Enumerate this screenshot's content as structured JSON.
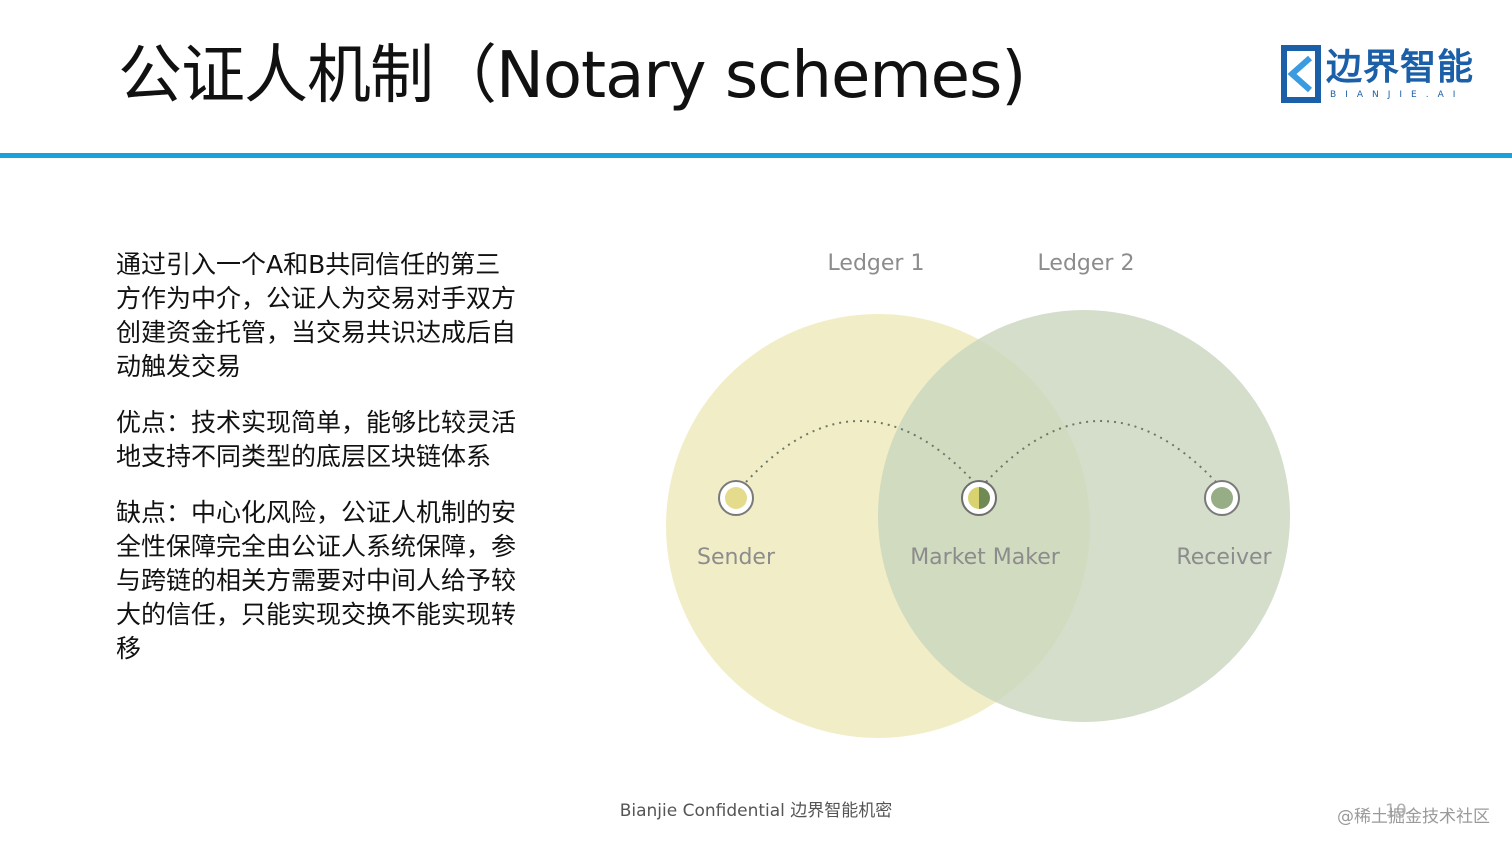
{
  "header": {
    "title": "公证人机制（Notary schemes)",
    "logo": {
      "icon": "bianjie-logo-mark",
      "text": "边界智能",
      "subtext": "BIANJIE.AI"
    }
  },
  "body": {
    "paragraphs": [
      "通过引入一个A和B共同信任的第三方作为中介，公证人为交易对手双方创建资金托管，当交易共识达成后自动触发交易",
      "优点：技术实现简单，能够比较灵活地支持不同类型的底层区块链体系",
      "缺点：中心化风险，公证人机制的安全性保障完全由公证人系统保障，参与跨链的相关方需要对中间人给予较大的信任，只能实现交换不能实现转移"
    ]
  },
  "diagram": {
    "ledgers": [
      {
        "label": "Ledger 1",
        "color": "#ece8b4"
      },
      {
        "label": "Ledger 2",
        "color": "#cfdac5"
      }
    ],
    "nodes": [
      {
        "label": "Sender",
        "color": "#e4dc8c"
      },
      {
        "label": "Market Maker",
        "color": "#9fae78"
      },
      {
        "label": "Receiver",
        "color": "#97ad86"
      }
    ]
  },
  "footer": {
    "text": "Bianjie Confidential  边界智能机密",
    "page_number": "10"
  },
  "watermark": "@稀土掘金技术社区",
  "colors": {
    "accent_rule": "#1aa2dc",
    "brand_blue": "#1b5fa8",
    "diagram_label": "#8c8c8c"
  }
}
